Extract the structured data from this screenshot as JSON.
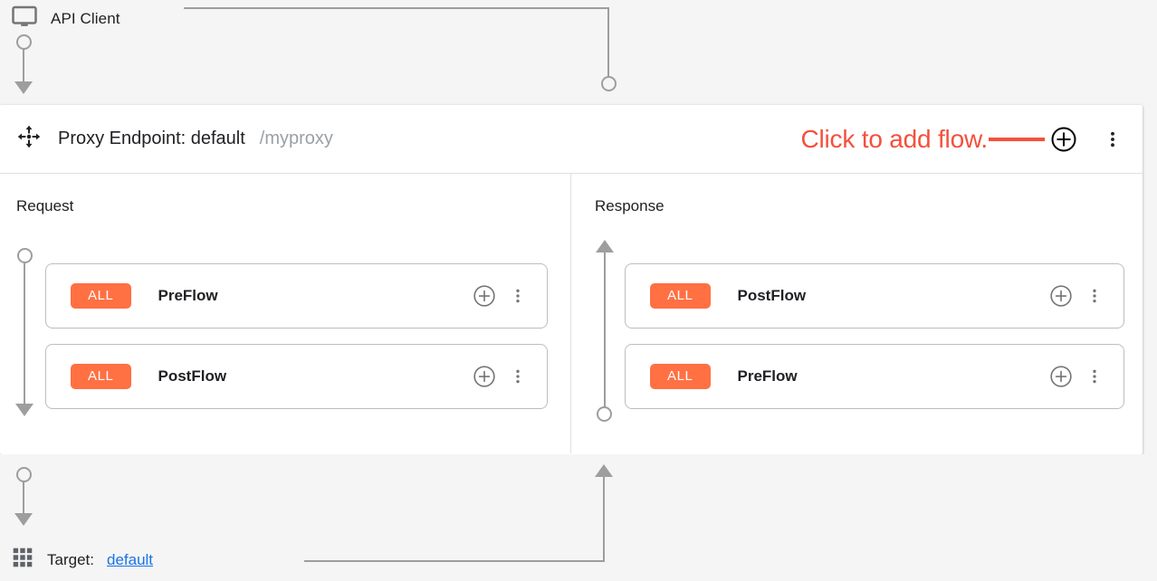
{
  "client": {
    "label": "API Client",
    "icon": "monitor-icon"
  },
  "proxy": {
    "icon": "move-handle-icon",
    "title": "Proxy Endpoint: default",
    "basepath": "/myproxy",
    "add_flow_icon": "plus-circle-icon",
    "menu_icon": "kebab-menu-icon"
  },
  "annotation": {
    "text": "Click to add flow.",
    "color": "#f4503c"
  },
  "panes": [
    {
      "title": "Request",
      "direction": "down",
      "flows": [
        {
          "condition": "ALL",
          "name": "PreFlow",
          "add_icon": "plus-circle-icon",
          "menu_icon": "kebab-menu-icon"
        },
        {
          "condition": "ALL",
          "name": "PostFlow",
          "add_icon": "plus-circle-icon",
          "menu_icon": "kebab-menu-icon"
        }
      ]
    },
    {
      "title": "Response",
      "direction": "up",
      "flows": [
        {
          "condition": "ALL",
          "name": "PostFlow",
          "add_icon": "plus-circle-icon",
          "menu_icon": "kebab-menu-icon"
        },
        {
          "condition": "ALL",
          "name": "PreFlow",
          "add_icon": "plus-circle-icon",
          "menu_icon": "kebab-menu-icon"
        }
      ]
    }
  ],
  "target": {
    "icon": "grid-icon",
    "label": "Target:",
    "name": "default"
  },
  "colors": {
    "condition_badge": "#ff7043",
    "annotation": "#f4503c",
    "link": "#1a73e8",
    "rail": "#9e9e9e",
    "band_background": "#f5f5f5"
  }
}
